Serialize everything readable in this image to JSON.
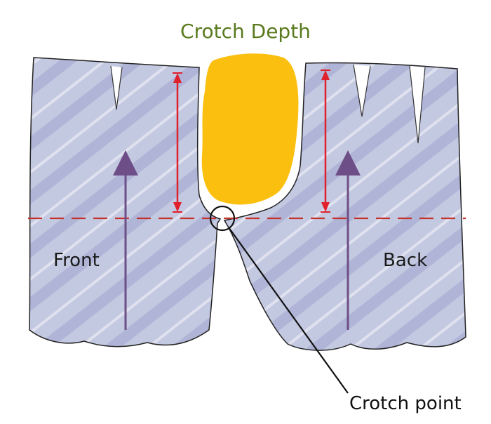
{
  "title": "Crotch Depth",
  "labels": {
    "front": "Front",
    "back": "Back",
    "crotch_point": "Crotch point"
  },
  "colors": {
    "title": "#5a7a1e",
    "fabric": "#c4c9e2",
    "fabric_stripe": "#9ea5cd",
    "body": "#fbc00f",
    "measure_arrow": "#e0202a",
    "grain_arrow": "#6e4e86",
    "crotch_line": "#c4332b",
    "outline": "#222222"
  }
}
